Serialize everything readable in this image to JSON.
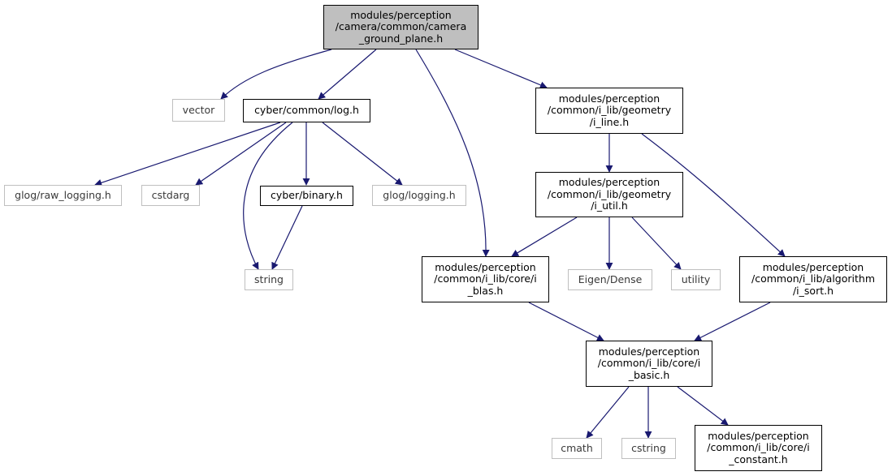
{
  "nodes": {
    "root": {
      "lines": [
        "modules/perception",
        "/camera/common/camera",
        "_ground_plane.h"
      ]
    },
    "vector": {
      "lines": [
        "vector"
      ]
    },
    "log": {
      "lines": [
        "cyber/common/log.h"
      ]
    },
    "i_line": {
      "lines": [
        "modules/perception",
        "/common/i_lib/geometry",
        "/i_line.h"
      ]
    },
    "raw_logging": {
      "lines": [
        "glog/raw_logging.h"
      ]
    },
    "cstdarg": {
      "lines": [
        "cstdarg"
      ]
    },
    "binary": {
      "lines": [
        "cyber/binary.h"
      ]
    },
    "glog_logging": {
      "lines": [
        "glog/logging.h"
      ]
    },
    "i_util": {
      "lines": [
        "modules/perception",
        "/common/i_lib/geometry",
        "/i_util.h"
      ]
    },
    "string": {
      "lines": [
        "string"
      ]
    },
    "i_blas": {
      "lines": [
        "modules/perception",
        "/common/i_lib/core/i",
        "_blas.h"
      ]
    },
    "eigen": {
      "lines": [
        "Eigen/Dense"
      ]
    },
    "utility": {
      "lines": [
        "utility"
      ]
    },
    "i_sort": {
      "lines": [
        "modules/perception",
        "/common/i_lib/algorithm",
        "/i_sort.h"
      ]
    },
    "i_basic": {
      "lines": [
        "modules/perception",
        "/common/i_lib/core/i",
        "_basic.h"
      ]
    },
    "cmath": {
      "lines": [
        "cmath"
      ]
    },
    "cstring": {
      "lines": [
        "cstring"
      ]
    },
    "i_constant": {
      "lines": [
        "modules/perception",
        "/common/i_lib/core/i",
        "_constant.h"
      ]
    }
  },
  "edges": [
    [
      "root",
      "vector"
    ],
    [
      "root",
      "log"
    ],
    [
      "root",
      "i_blas"
    ],
    [
      "root",
      "i_line"
    ],
    [
      "log",
      "raw_logging"
    ],
    [
      "log",
      "cstdarg"
    ],
    [
      "log",
      "string"
    ],
    [
      "log",
      "binary"
    ],
    [
      "log",
      "glog_logging"
    ],
    [
      "binary",
      "string"
    ],
    [
      "i_line",
      "i_util"
    ],
    [
      "i_line",
      "i_sort"
    ],
    [
      "i_util",
      "i_blas"
    ],
    [
      "i_util",
      "eigen"
    ],
    [
      "i_util",
      "utility"
    ],
    [
      "i_blas",
      "i_basic"
    ],
    [
      "i_sort",
      "i_basic"
    ],
    [
      "i_basic",
      "cmath"
    ],
    [
      "i_basic",
      "cstring"
    ],
    [
      "i_basic",
      "i_constant"
    ]
  ],
  "colors": {
    "edge": "#191970",
    "root_fill": "#bfbfbf",
    "external_border": "#bfbfbf"
  }
}
